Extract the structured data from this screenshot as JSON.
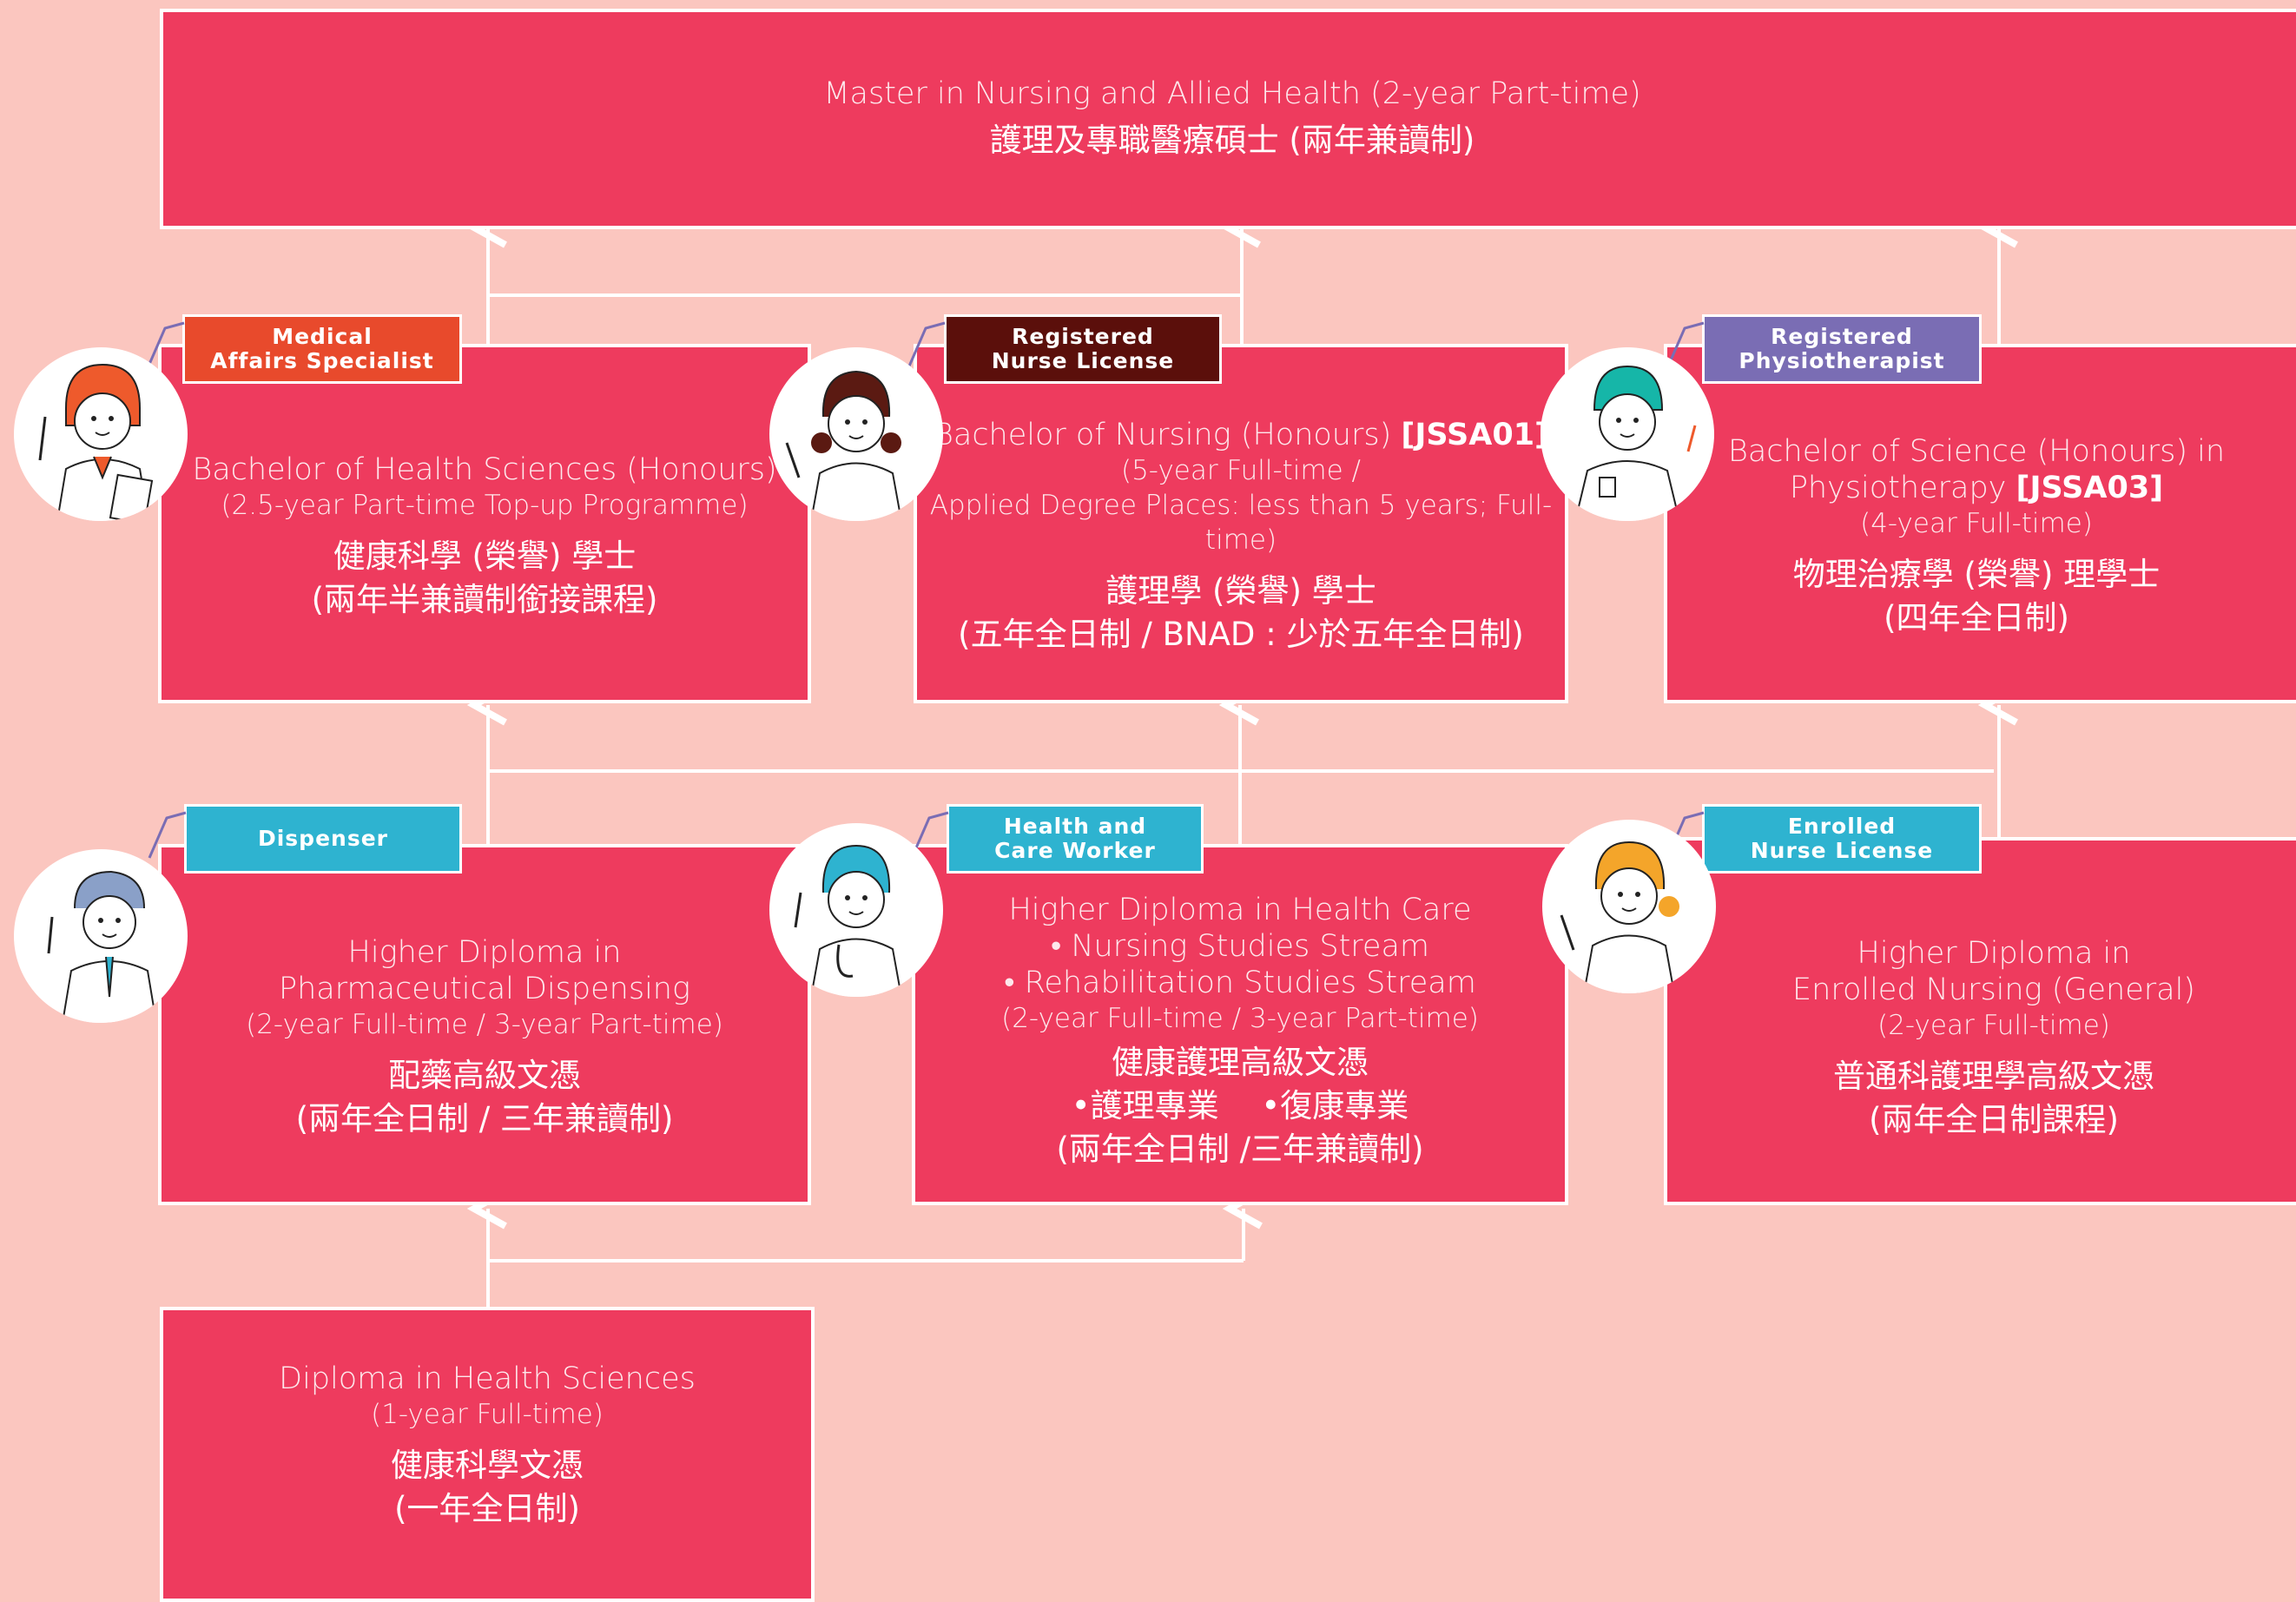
{
  "colors": {
    "background": "#fbc6bf",
    "box": "#ee3b5e",
    "connector": "#ffffff",
    "tag_medical": "#e84a2c",
    "tag_nurse": "#5b0f0b",
    "tag_physio": "#7a6db4",
    "tag_cyan": "#2eb3d0"
  },
  "master": {
    "en": "Master in Nursing and Allied Health (2-year Part-time)",
    "zh": "護理及專職醫療碩士 (兩年兼讀制)"
  },
  "bhs": {
    "tag": [
      "Medical",
      "Affairs Specialist"
    ],
    "en1": "Bachelor of Health Sciences (Honours)",
    "en2": "(2.5-year Part-time Top-up Programme)",
    "zh1": "健康科學 (榮譽) 學士",
    "zh2": "(兩年半兼讀制銜接課程)"
  },
  "bn": {
    "tag": [
      "Registered",
      "Nurse License"
    ],
    "en1": "Bachelor of Nursing (Honours) ",
    "code": "[JSSA01]",
    "en2": "(5-year Full-time /",
    "en3": "Applied Degree Places: less than 5 years; Full-time)",
    "zh1": "護理學 (榮譽) 學士",
    "zh2": "(五年全日制 / BNAD : 少於五年全日制)"
  },
  "bsc": {
    "tag": [
      "Registered",
      "Physiotherapist"
    ],
    "en1": "Bachelor of Science (Honours) in",
    "en2": "Physiotherapy ",
    "code": "[JSSA03]",
    "en3": "(4-year Full-time)",
    "zh1": "物理治療學 (榮譽) 理學士",
    "zh2": "(四年全日制)"
  },
  "hdpd": {
    "tag": [
      "Dispenser"
    ],
    "en1": "Higher Diploma in",
    "en2": "Pharmaceutical Dispensing",
    "en3": "(2-year Full-time / 3-year Part-time)",
    "zh1": "配藥高級文憑",
    "zh2": "(兩年全日制 / 三年兼讀制)"
  },
  "hdhc": {
    "tag": [
      "Health and",
      "Care Worker"
    ],
    "en1": "Higher Diploma in Health Care",
    "en2": "• Nursing Studies Stream",
    "en3": "• Rehabilitation Studies Stream",
    "en4": "(2-year Full-time / 3-year Part-time)",
    "zh1": "健康護理高級文憑",
    "zh2": "•護理專業 　•復康專業",
    "zh3": "(兩年全日制 /三年兼讀制)"
  },
  "hden": {
    "tag": [
      "Enrolled",
      "Nurse License"
    ],
    "en1": "Higher Diploma in",
    "en2": "Enrolled Nursing (General)",
    "en3": "(2-year Full-time)",
    "zh1": "普通科護理學高級文憑",
    "zh2": "(兩年全日制課程)"
  },
  "dhs": {
    "en1": "Diploma in Health Sciences",
    "en2": "(1-year Full-time)",
    "zh1": "健康科學文憑",
    "zh2": "(一年全日制)"
  }
}
